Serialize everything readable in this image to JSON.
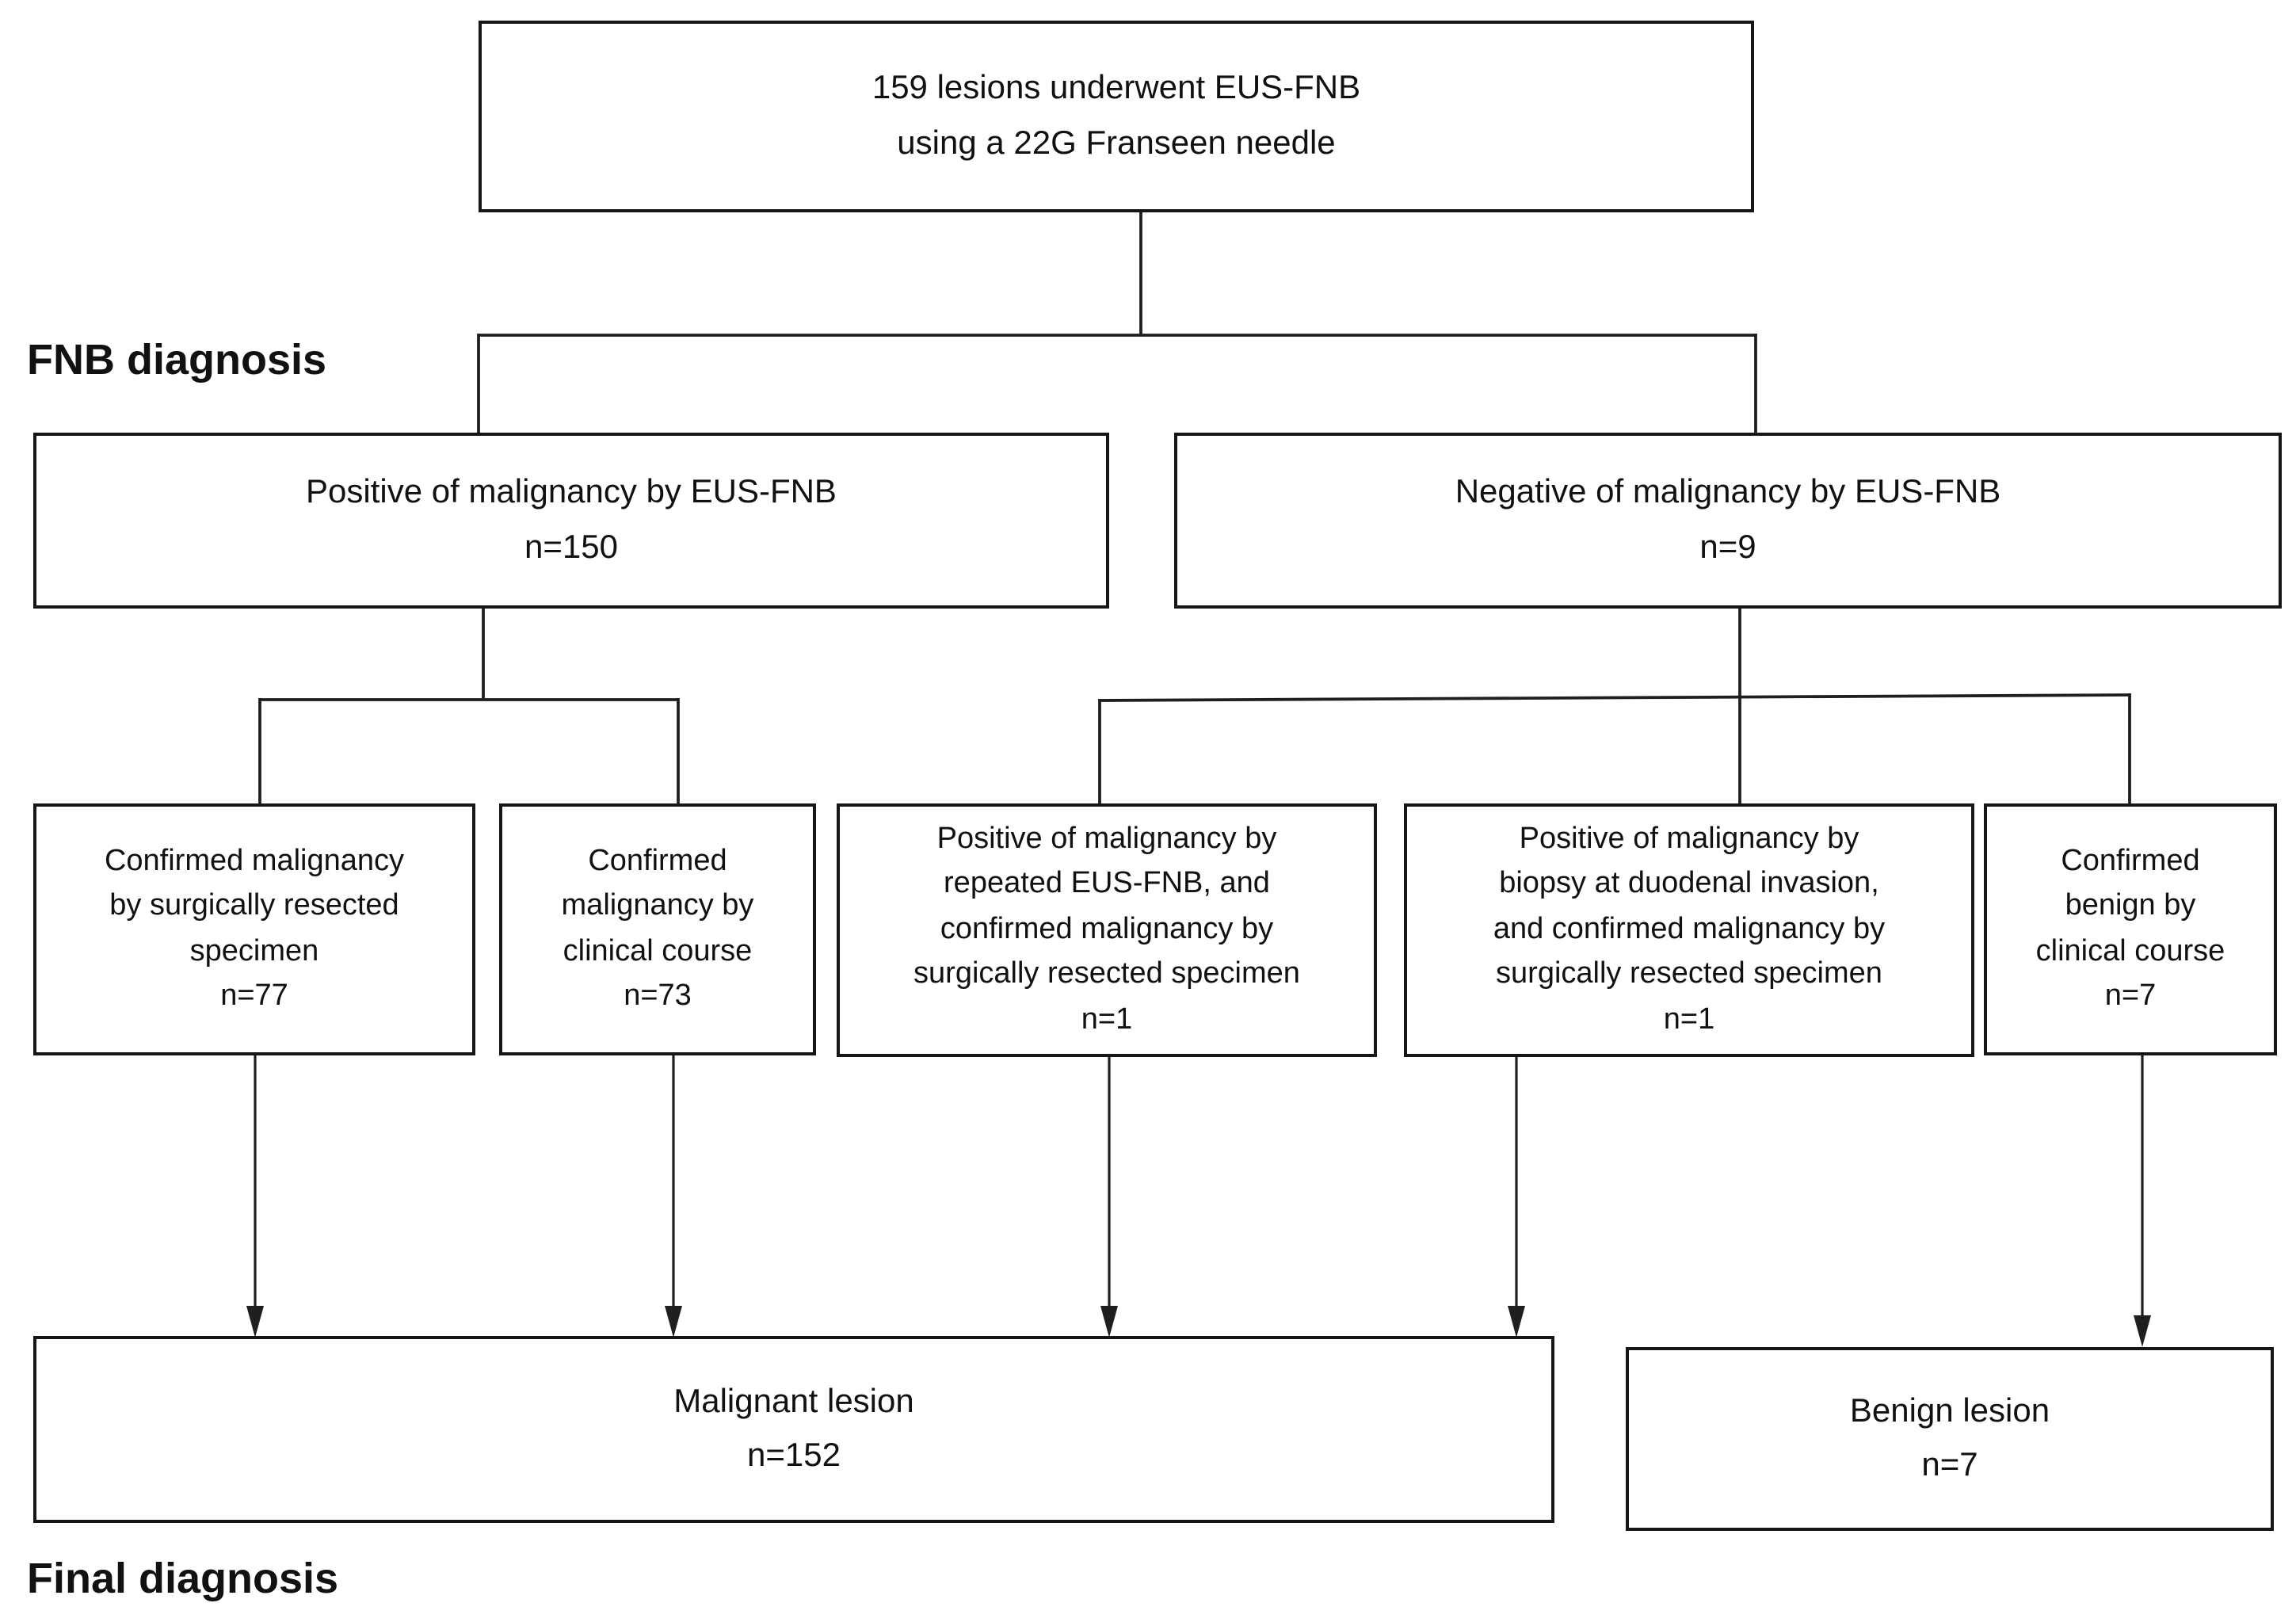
{
  "section_labels": {
    "fnb_diagnosis": "FNB diagnosis",
    "final_diagnosis": "Final diagnosis"
  },
  "flowchart": {
    "type": "flowchart",
    "nodes": {
      "root": {
        "lines": [
          "159 lesions underwent EUS-FNB",
          "using a 22G Franseen needle"
        ]
      },
      "fnb_positive": {
        "lines": [
          "Positive of malignancy by EUS-FNB",
          "n=150"
        ]
      },
      "fnb_negative": {
        "lines": [
          "Negative of malignancy by EUS-FNB",
          "n=9"
        ]
      },
      "confirmed_malignancy_surgical": {
        "lines": [
          "Confirmed malignancy",
          "by surgically resected",
          "specimen",
          "n=77"
        ]
      },
      "confirmed_malignancy_clinical": {
        "lines": [
          "Confirmed",
          "malignancy by",
          "clinical course",
          "n=73"
        ]
      },
      "repeated_fnb_surgical": {
        "lines": [
          "Positive of malignancy by",
          "repeated EUS-FNB, and",
          "confirmed malignancy by",
          "surgically resected specimen",
          "n=1"
        ]
      },
      "duodenal_biopsy_surgical": {
        "lines": [
          "Positive of malignancy by",
          "biopsy at duodenal invasion,",
          "and confirmed malignancy by",
          "surgically resected specimen",
          "n=1"
        ]
      },
      "confirmed_benign_clinical": {
        "lines": [
          "Confirmed",
          "benign by",
          "clinical course",
          "n=7"
        ]
      },
      "malignant_lesion": {
        "lines": [
          "Malignant lesion",
          "n=152"
        ]
      },
      "benign_lesion": {
        "lines": [
          "Benign lesion",
          "n=7"
        ]
      }
    },
    "colors": {
      "border": "#161616",
      "connector": "#1f1f1f",
      "text": "#111111",
      "background": "#ffffff"
    }
  }
}
